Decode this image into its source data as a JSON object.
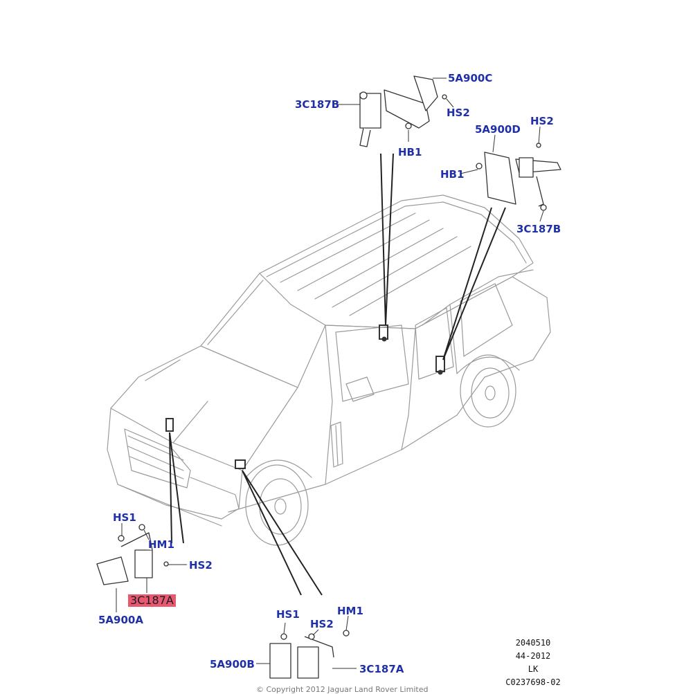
{
  "callouts": {
    "top_5a900c": "5A900C",
    "top_3c187b": "3C187B",
    "top_hs2": "HS2",
    "top_hb1": "HB1",
    "right_hs2": "HS2",
    "right_5a900d": "5A900D",
    "right_hb1": "HB1",
    "right_3c187b": "3C187B",
    "fl_hs1": "HS1",
    "fl_hm1": "HM1",
    "fl_hs2": "HS2",
    "fl_3c187a": "3C187A",
    "fl_5a900a": "5A900A",
    "bot_hs1": "HS1",
    "bot_hm1": "HM1",
    "bot_hs2": "HS2",
    "bot_5a900b": "5A900B",
    "bot_3c187a": "3C187A"
  },
  "reference": {
    "code1": "2040510",
    "code2": "44-2012",
    "code3": "LK",
    "code4": "C0237698-02"
  },
  "footer": {
    "copyright": "© Copyright 2012 Jaguar Land Rover Limited"
  },
  "colors": {
    "label": "#1f2fa8",
    "highlight": "#e8586e",
    "line": "#9a9a9a",
    "part": "#333333"
  }
}
